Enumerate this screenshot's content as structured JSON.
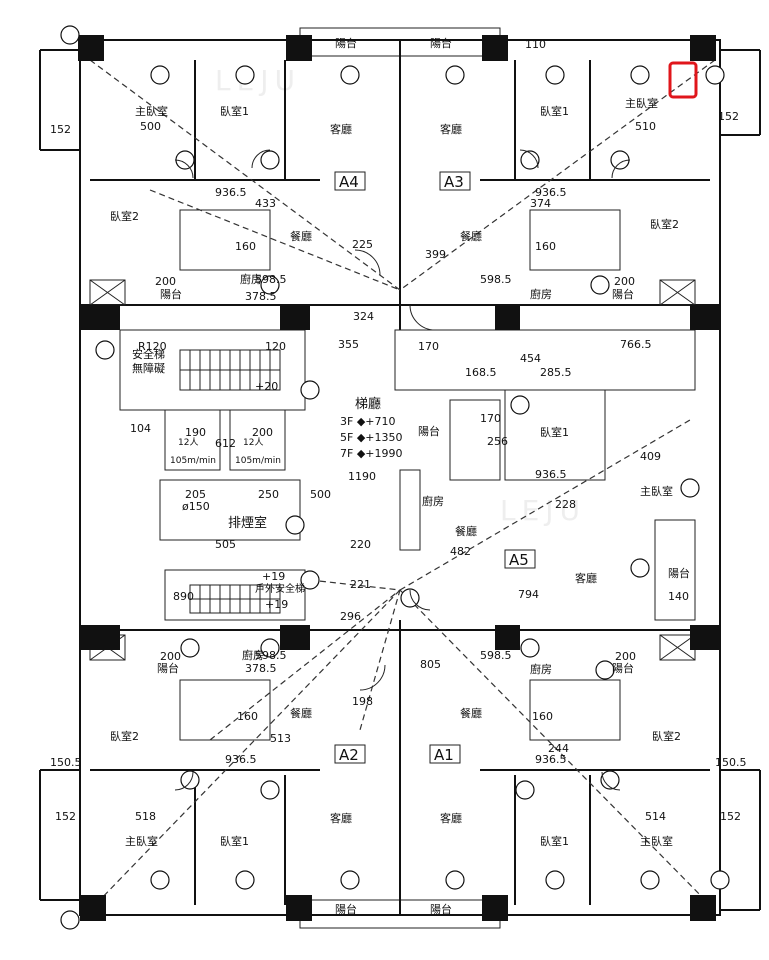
{
  "units": [
    "A4",
    "A3",
    "A5",
    "A2",
    "A1"
  ],
  "rooms": {
    "balcony": "陽台",
    "living": "客廳",
    "dining": "餐廳",
    "kitchen": "廚房",
    "bed1": "臥室1",
    "bed2": "臥室2",
    "master": "主臥室",
    "lobby": "梯廳",
    "stair_safe": "安全梯",
    "barrier_free": "無障礙",
    "smoke_room": "排煙室",
    "outdoor_stair": "戶外安全梯"
  },
  "elevator": {
    "label1": "12人",
    "speed": "105m/min"
  },
  "lobby_levels": [
    "3F ◆+710",
    "5F ◆+1350",
    "7F ◆+1990"
  ],
  "dims": {
    "d936": "936.5",
    "d598": "598.5",
    "d378": "378.5",
    "d200": "200",
    "d152": "152",
    "d150": "150.5",
    "d433": "433",
    "d374": "374",
    "d225": "225",
    "d399": "399",
    "d355": "355",
    "d324": "324",
    "d160": "160",
    "d170": "170",
    "d454": "454",
    "d766": "766.5",
    "d168": "168.5",
    "d285": "285.5",
    "d190": "190",
    "d104": "104",
    "d250": "250",
    "d205": "205",
    "d505": "505",
    "d220": "220",
    "d1190": "1190",
    "d221": "221",
    "d296": "296",
    "d794": "794",
    "d140": "140",
    "d409": "409",
    "d228": "228",
    "d482": "482",
    "d198": "198",
    "d513": "513",
    "d805": "805",
    "d244": "244",
    "d518": "518",
    "d514": "514",
    "d510": "510",
    "d500": "500",
    "d256": "256",
    "d120": "120",
    "d719": "+19",
    "d720": "+20",
    "d110": "110",
    "dR120": "R120",
    "dp150": "ø150",
    "d612": "612",
    "d890": "890"
  },
  "watermark": "LEJU",
  "colors": {
    "highlight": "#e0161b",
    "line": "#111111"
  }
}
